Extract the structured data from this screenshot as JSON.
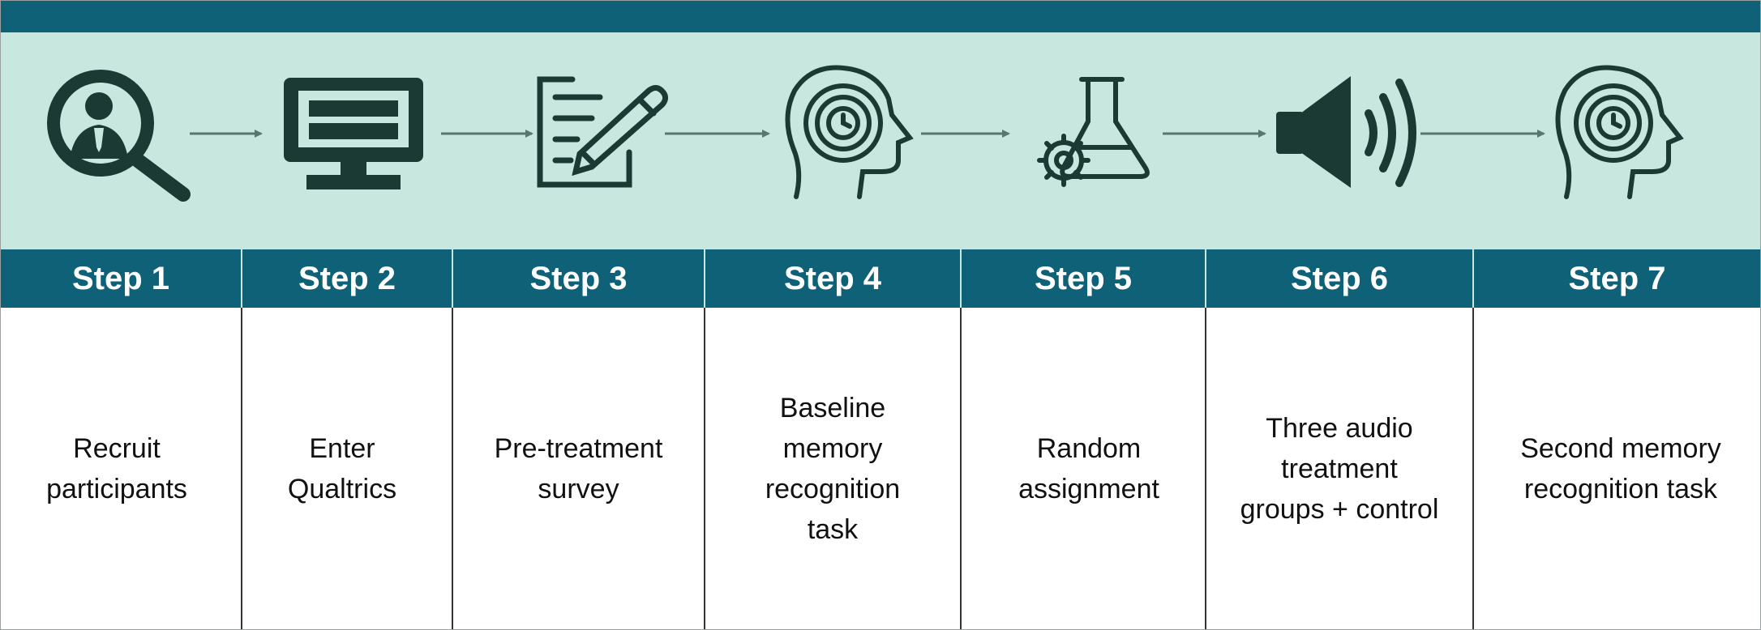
{
  "colors": {
    "header_bg": "#0e6176",
    "band_bg": "#c8e7df",
    "icon": "#1b3a33",
    "arrow": "#56786f"
  },
  "steps": [
    {
      "label": "Step 1",
      "text": "Recruit\nparticipants",
      "icon": "recruit-search-person-icon"
    },
    {
      "label": "Step 2",
      "text": "Enter\nQualtrics",
      "icon": "computer-monitor-icon"
    },
    {
      "label": "Step 3",
      "text": "Pre-treatment\nsurvey",
      "icon": "survey-pencil-icon"
    },
    {
      "label": "Step 4",
      "text": "Baseline\nmemory\nrecognition\ntask",
      "icon": "head-memory-clock-icon"
    },
    {
      "label": "Step 5",
      "text": "Random\nassignment",
      "icon": "flask-gear-icon"
    },
    {
      "label": "Step 6",
      "text": "Three audio\ntreatment\ngroups + control",
      "icon": "speaker-audio-icon"
    },
    {
      "label": "Step 7",
      "text": "Second memory\nrecognition task",
      "icon": "head-memory-clock-icon"
    }
  ]
}
